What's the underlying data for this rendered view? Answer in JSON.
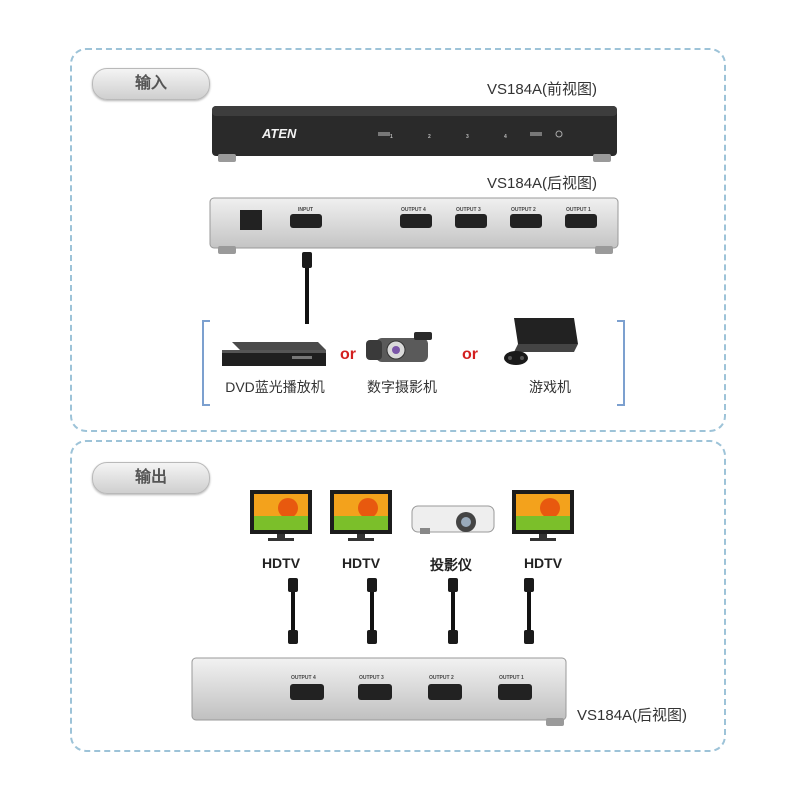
{
  "input_section": {
    "title": "输入",
    "front_model": "VS184A(前视图)",
    "rear_model": "VS184A(后视图)",
    "brand": "ATEN",
    "front_port_numbers": [
      "1",
      "2",
      "3",
      "4"
    ],
    "rear_ports": [
      "INPUT",
      "OUTPUT 4",
      "OUTPUT 3",
      "OUTPUT 2",
      "OUTPUT 1"
    ],
    "sources": [
      "DVD蓝光播放机",
      "数字摄影机",
      "游戏机"
    ],
    "or_text": "or"
  },
  "output_section": {
    "title": "输出",
    "displays": [
      "HDTV",
      "HDTV",
      "投影仪",
      "HDTV"
    ],
    "rear_ports": [
      "OUTPUT 4",
      "OUTPUT 3",
      "OUTPUT 2",
      "OUTPUT 1"
    ],
    "model": "VS184A(后视图)"
  },
  "colors": {
    "panel_border": "#9dc3d8",
    "bracket": "#7ca0cf",
    "or_text": "#d31f1f",
    "device_dark": "#2a2a2a",
    "device_silver": "#dcdcdc"
  }
}
